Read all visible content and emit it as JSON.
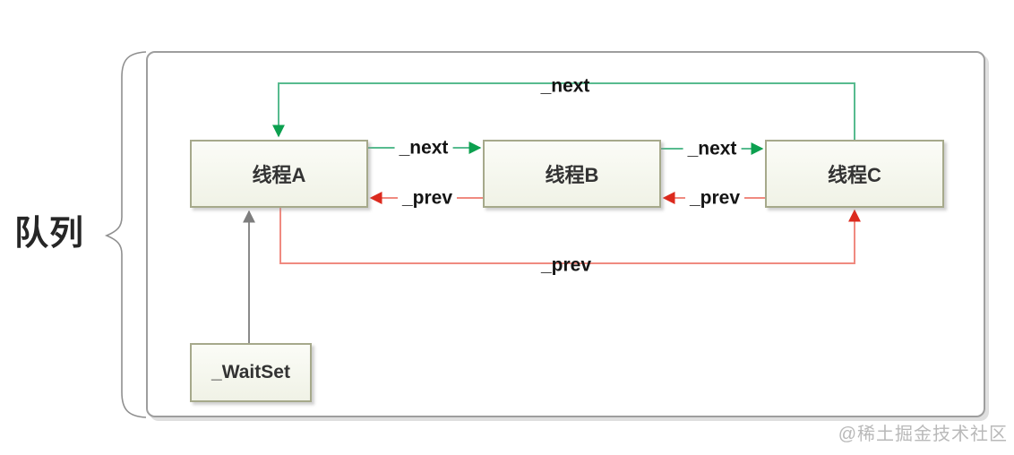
{
  "diagram": {
    "group_label": "队列",
    "nodes": [
      {
        "id": "thread-a",
        "label": "线程A"
      },
      {
        "id": "thread-b",
        "label": "线程B"
      },
      {
        "id": "thread-c",
        "label": "线程C"
      },
      {
        "id": "wait-set",
        "label": "_WaitSet"
      }
    ],
    "edges": [
      {
        "id": "next-top",
        "label": "_next",
        "from": "线程C",
        "to": "线程A",
        "type": "next"
      },
      {
        "id": "next-a-b",
        "label": "_next",
        "from": "线程A",
        "to": "线程B",
        "type": "next"
      },
      {
        "id": "next-b-c",
        "label": "_next",
        "from": "线程B",
        "to": "线程C",
        "type": "next"
      },
      {
        "id": "prev-b-a",
        "label": "_prev",
        "from": "线程B",
        "to": "线程A",
        "type": "prev"
      },
      {
        "id": "prev-c-b",
        "label": "_prev",
        "from": "线程C",
        "to": "线程B",
        "type": "prev"
      },
      {
        "id": "prev-bottom",
        "label": "_prev",
        "from": "线程A",
        "to": "线程C",
        "type": "prev"
      },
      {
        "id": "waitset-a",
        "label": "",
        "from": "_WaitSet",
        "to": "线程A",
        "type": "plain"
      }
    ],
    "colors": {
      "next_line": "#57bb8f",
      "next_arrow": "#0ca04f",
      "prev_line": "#f08a80",
      "prev_arrow": "#dc2a1e",
      "plain_line": "#8a8a8a",
      "plain_arrow": "#7d7d7d",
      "node_border": "#a6a98b",
      "node_fill": "#f0f2e6",
      "container_border": "#9e9e9e",
      "brace": "#8f8f8f"
    },
    "watermark": "@稀土掘金技术社区"
  }
}
